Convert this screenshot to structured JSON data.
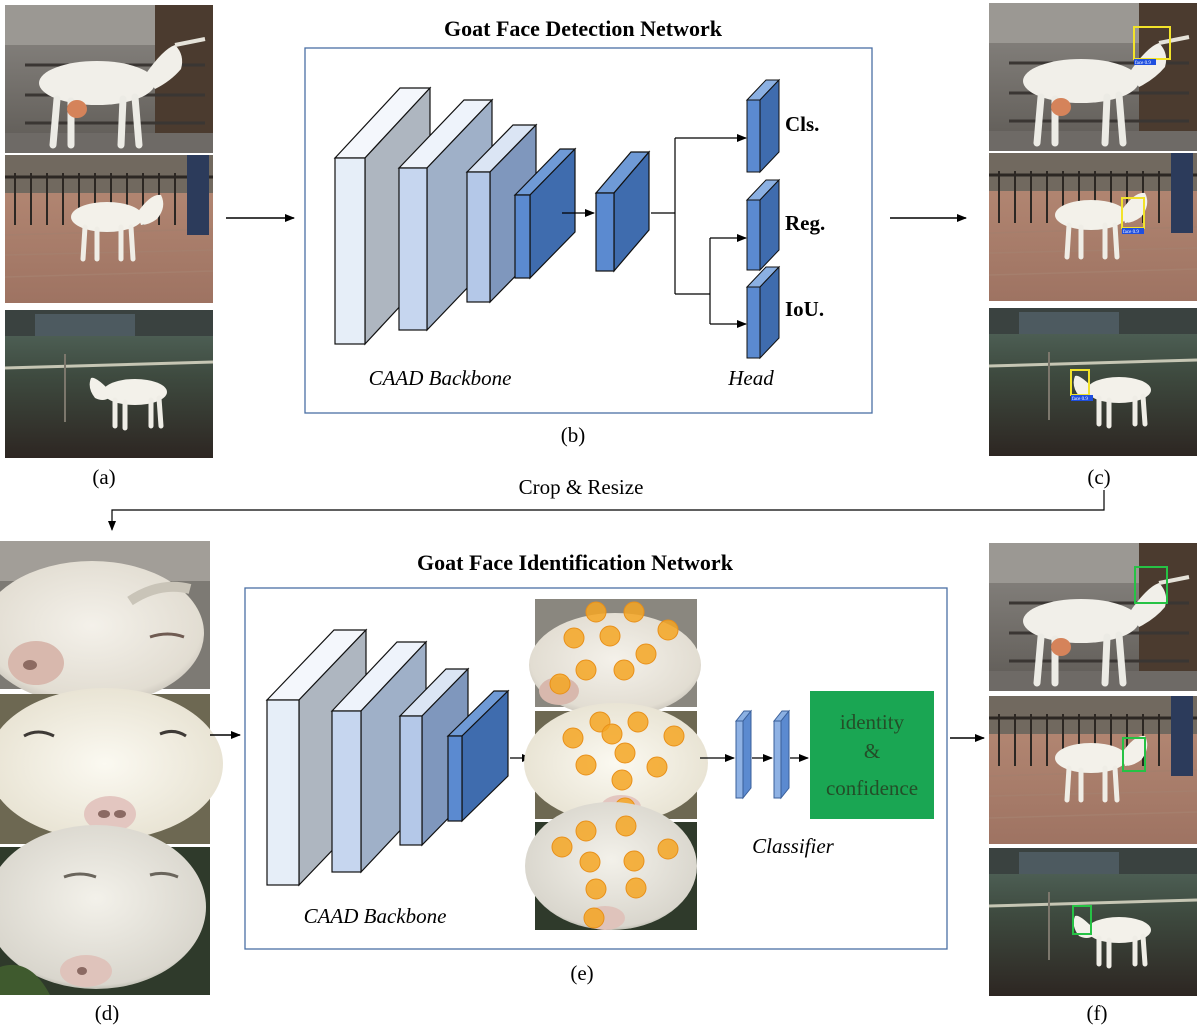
{
  "detection": {
    "title": "Goat Face Detection Network",
    "backbone_label": "CAAD Backbone",
    "head_label": "Head",
    "outputs": [
      "Cls.",
      "Reg.",
      "IoU."
    ],
    "panel_label": "(b)"
  },
  "identification": {
    "title": "Goat Face Identification Network",
    "backbone_label": "CAAD Backbone",
    "classifier_label": "Classifier",
    "output_lines": [
      "identity",
      "&",
      "confidence"
    ],
    "panel_label": "(e)"
  },
  "crop_label": "Crop & Resize",
  "panel_labels": {
    "a": "(a)",
    "c": "(c)",
    "d": "(d)",
    "f": "(f)"
  },
  "box_tag": "face 0.9",
  "colors": {
    "frame": "#4a6fa5",
    "layer_light": "#e6eef8",
    "layer_mid": "#bcd0ec",
    "layer_blue": "#5b8ad0",
    "output_box": "#1aa653",
    "detect_box": "#f2e32a",
    "identify_box": "#26c245",
    "tag_bg": "#1f4fe0",
    "dot": "#f5a623"
  }
}
